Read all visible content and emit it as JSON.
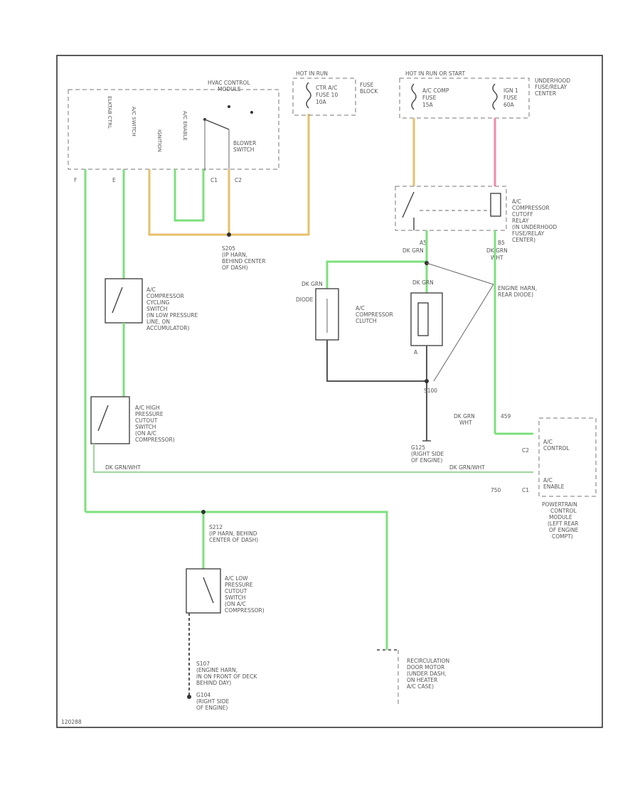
{
  "labels": {
    "hvac_module": [
      "HVAC CONTROL",
      "MODULE"
    ],
    "hvac_pins": [
      "ELKTAB CTRL",
      "A/C SWITCH",
      "IGNITION",
      "A/C ENABLE"
    ],
    "blower_switch": [
      "BLOWER",
      "SWITCH"
    ],
    "hvac_pin_ids": [
      "F",
      "E",
      "",
      "",
      "C1",
      "C2"
    ],
    "fuse_block_top": "HOT IN RUN",
    "fuse_a": [
      "CTR A/C",
      "FUSE 10",
      "10A"
    ],
    "fuse_block": [
      "FUSE",
      "BLOCK"
    ],
    "hot_run_start": "HOT IN RUN OR START",
    "fuse_b": [
      "A/C COMP",
      "FUSE",
      "15A"
    ],
    "fuse_c": [
      "IGN 1",
      "FUSE",
      "60A"
    ],
    "underhood_fuse": [
      "UNDERHOOD",
      "FUSE/RELAY",
      "CENTER"
    ],
    "splice_s205": [
      "S205",
      "(IP HARN,",
      "BEHIND CENTER",
      "OF DASH)"
    ],
    "relay": [
      "A/C",
      "COMPRESSOR",
      "CUTOFF",
      "RELAY",
      "(IN UNDERHOOD",
      "FUSE/RELAY",
      "CENTER)"
    ],
    "relay_pins": [
      "A5",
      "DK GRN",
      "B5",
      "DK GRN",
      "WHT"
    ],
    "engine_harn_rear": [
      "ENGINE HARN,",
      "REAR DIODE)"
    ],
    "diode": "DIODE",
    "diode_wire": "DK GRN",
    "clutch": [
      "A/C",
      "COMPRESSOR",
      "CLUTCH"
    ],
    "clutch_wire": "DK GRN",
    "clutch_pin": "A",
    "s100": "S100",
    "ground_g125": [
      "G125",
      "(RIGHT SIDE",
      "OF ENGINE)"
    ],
    "cycling_switch": [
      "A/C",
      "COMPRESSOR",
      "CYCLING",
      "SWITCH",
      "(IN LOW PRESSURE",
      "LINE, ON",
      "ACCUMULATOR)"
    ],
    "high_switch": [
      "A/C HIGH",
      "PRESSURE",
      "CUTOUT",
      "SWITCH",
      "(ON A/C",
      "COMPRESSOR)"
    ],
    "wire_bot_left": "DK GRN/WHT",
    "wire_bot_right": "DK GRN/WHT",
    "wire_459": "459",
    "wire_dk_grn_wht": [
      "DK GRN",
      "WHT"
    ],
    "pcm_pins": [
      "C2",
      "C1"
    ],
    "pcm_pin_labels": [
      "A/C",
      "CONTROL",
      "A/C",
      "ENABLE"
    ],
    "pcm_750": "750",
    "pcm": [
      "POWERTRAIN",
      "CONTROL",
      "MODULE",
      "(LEFT REAR",
      "OF ENGINE",
      "COMPT)"
    ],
    "splice_s212": [
      "S212",
      "(IP HARN, BEHIND",
      "CENTER OF DASH)"
    ],
    "low_switch": [
      "A/C LOW",
      "PRESSURE",
      "CUTOUT",
      "SWITCH",
      "(ON A/C",
      "COMPRESSOR)"
    ],
    "ground_s107": [
      "S107",
      "(ENGINE HARN,",
      "IN ON FRONT OF DECK",
      "BEHIND DAY)"
    ],
    "ground_g104": [
      "G104",
      "(RIGHT SIDE",
      "OF ENGINE)"
    ],
    "recirc": [
      "RECIRCULATION",
      "DOOR MOTOR",
      "(UNDER DASH,",
      "ON HEATER",
      "A/C CASE)"
    ],
    "figure_id": "120288"
  }
}
